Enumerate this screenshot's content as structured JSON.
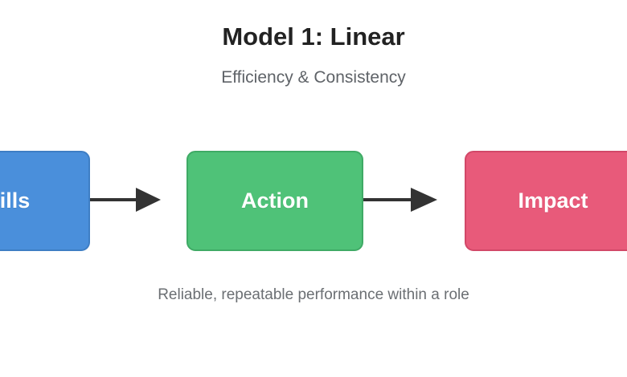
{
  "diagram": {
    "title": "Model 1: Linear",
    "subtitle": "Efficiency & Consistency",
    "caption": "Reliable, repeatable performance within a role",
    "background_color": "#ffffff",
    "title_color": "#222222",
    "subtitle_color": "#5f6368",
    "caption_color": "#6b6f73",
    "layout": "horizontal-linear-flow",
    "nodes": [
      {
        "id": "skills",
        "label": "Skills",
        "visible_label": "ills",
        "fill_color": "#4a8fdb",
        "border_color": "#3e7ec4",
        "text_color": "#ffffff",
        "clipped": "left-edge"
      },
      {
        "id": "action",
        "label": "Action",
        "visible_label": "Action",
        "fill_color": "#4fc278",
        "border_color": "#3faa65",
        "text_color": "#ffffff",
        "clipped": "none"
      },
      {
        "id": "impact",
        "label": "Impact",
        "visible_label": "Impact",
        "fill_color": "#e85a7a",
        "border_color": "#d24868",
        "text_color": "#ffffff",
        "clipped": "right-edge"
      }
    ],
    "connectors": [
      {
        "id": "arrow-1",
        "from": "skills",
        "to": "action",
        "color": "#333333",
        "style": "solid-line-filled-triangle"
      },
      {
        "id": "arrow-2",
        "from": "action",
        "to": "impact",
        "color": "#333333",
        "style": "solid-line-filled-triangle"
      }
    ]
  }
}
